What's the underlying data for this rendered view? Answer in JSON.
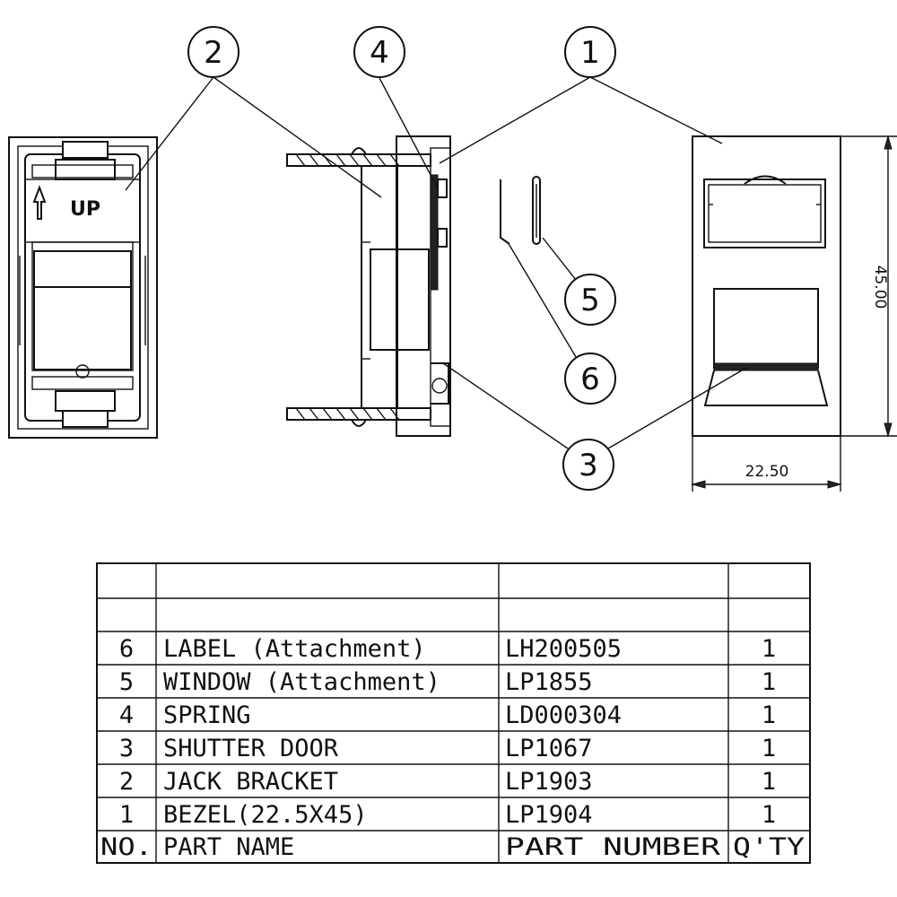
{
  "drawing": {
    "callouts": [
      {
        "id": "2",
        "label": "2"
      },
      {
        "id": "4",
        "label": "4"
      },
      {
        "id": "1",
        "label": "1"
      },
      {
        "id": "5",
        "label": "5"
      },
      {
        "id": "6",
        "label": "6"
      },
      {
        "id": "3",
        "label": "3"
      }
    ],
    "front_view_marking": "UP",
    "dimensions": {
      "height": "45.00",
      "width": "22.50"
    }
  },
  "parts_table": {
    "headers": {
      "no": "NO.",
      "part_name": "PART NAME",
      "part_number": "PART NUMBER",
      "qty": "Q'TY"
    },
    "rows": [
      {
        "no": "6",
        "part_name": "LABEL (Attachment)",
        "part_number": "LH200505",
        "qty": "1"
      },
      {
        "no": "5",
        "part_name": "WINDOW (Attachment)",
        "part_number": "LP1855",
        "qty": "1"
      },
      {
        "no": "4",
        "part_name": "SPRING",
        "part_number": "LD000304",
        "qty": "1"
      },
      {
        "no": "3",
        "part_name": "SHUTTER DOOR",
        "part_number": "LP1067",
        "qty": "1"
      },
      {
        "no": "2",
        "part_name": "JACK BRACKET",
        "part_number": "LP1903",
        "qty": "1"
      },
      {
        "no": "1",
        "part_name": "BEZEL(22.5X45)",
        "part_number": "LP1904",
        "qty": "1"
      }
    ]
  }
}
